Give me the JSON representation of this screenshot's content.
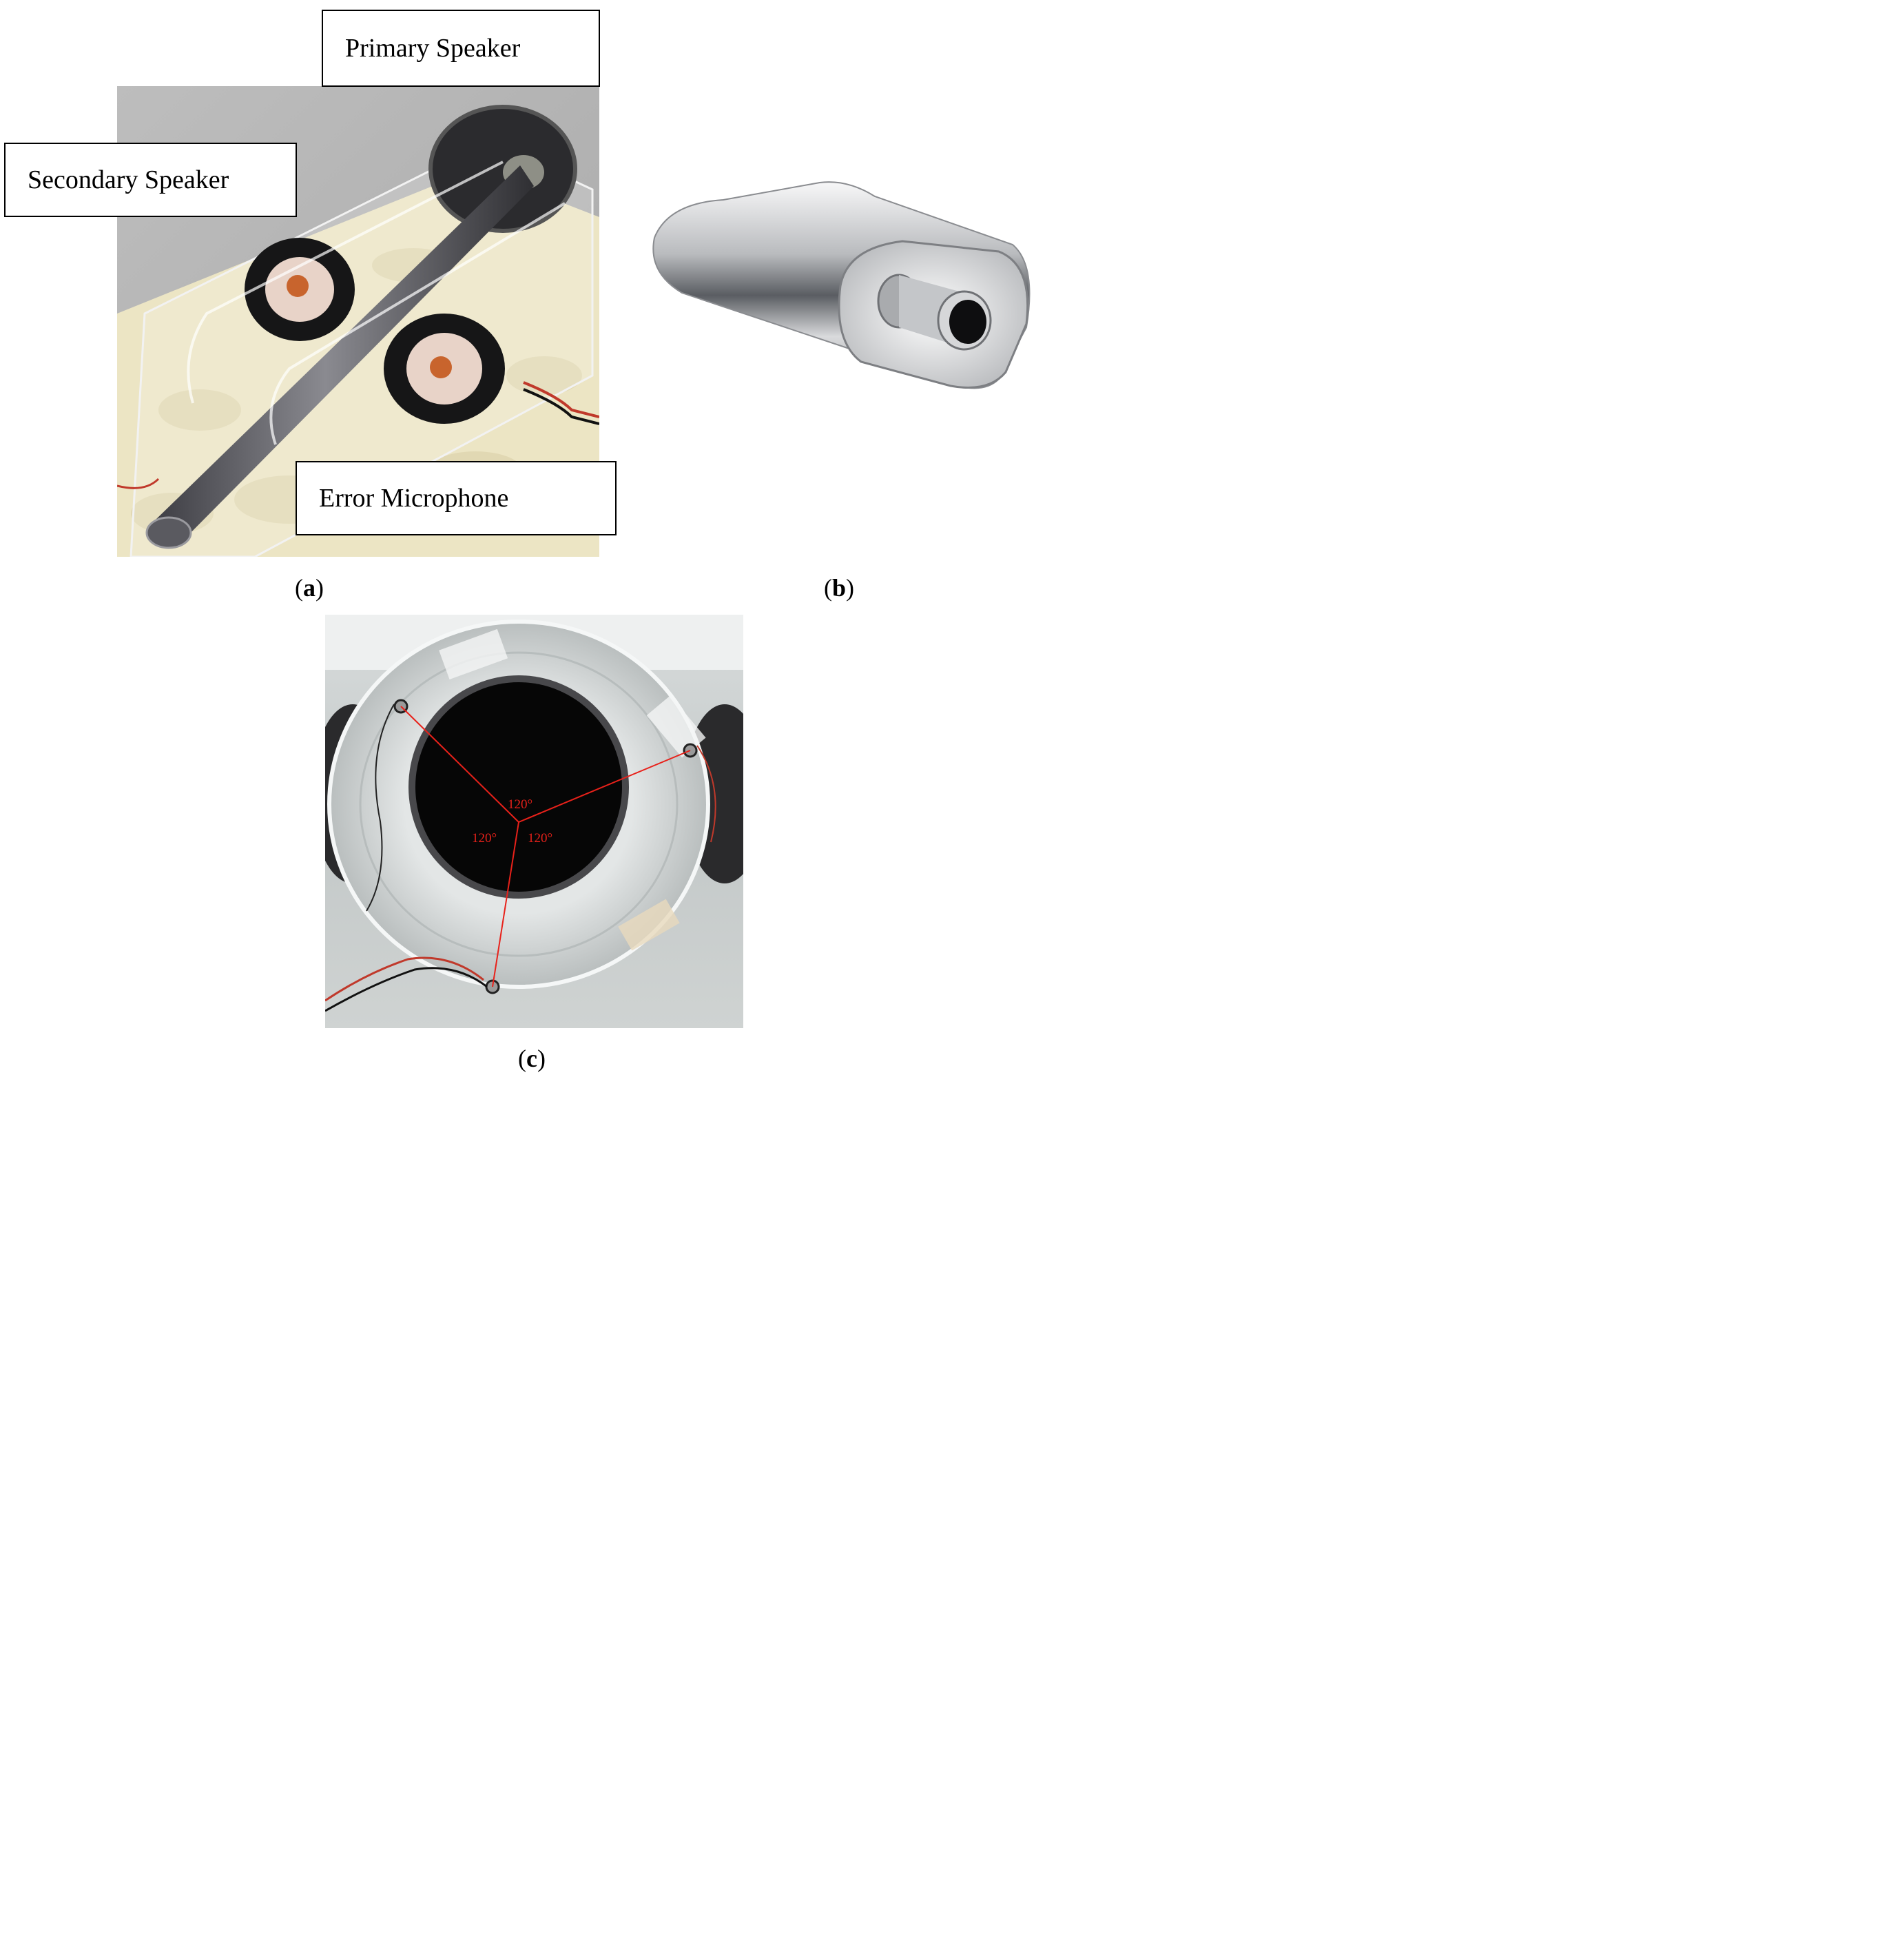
{
  "panel_a": {
    "labels": {
      "primary_speaker": "Primary Speaker",
      "secondary_speaker": "Secondary Speaker",
      "error_microphone": "Error Microphone"
    },
    "caption_letter": "a"
  },
  "panel_b": {
    "caption_letter": "b"
  },
  "panel_c": {
    "angle_labels": [
      "120°",
      "120°",
      "120°"
    ],
    "caption_letter": "c"
  },
  "colors": {
    "angle_line": "#e8211a",
    "pipe": "#6b6b70",
    "muffler": "#d9dadc"
  }
}
